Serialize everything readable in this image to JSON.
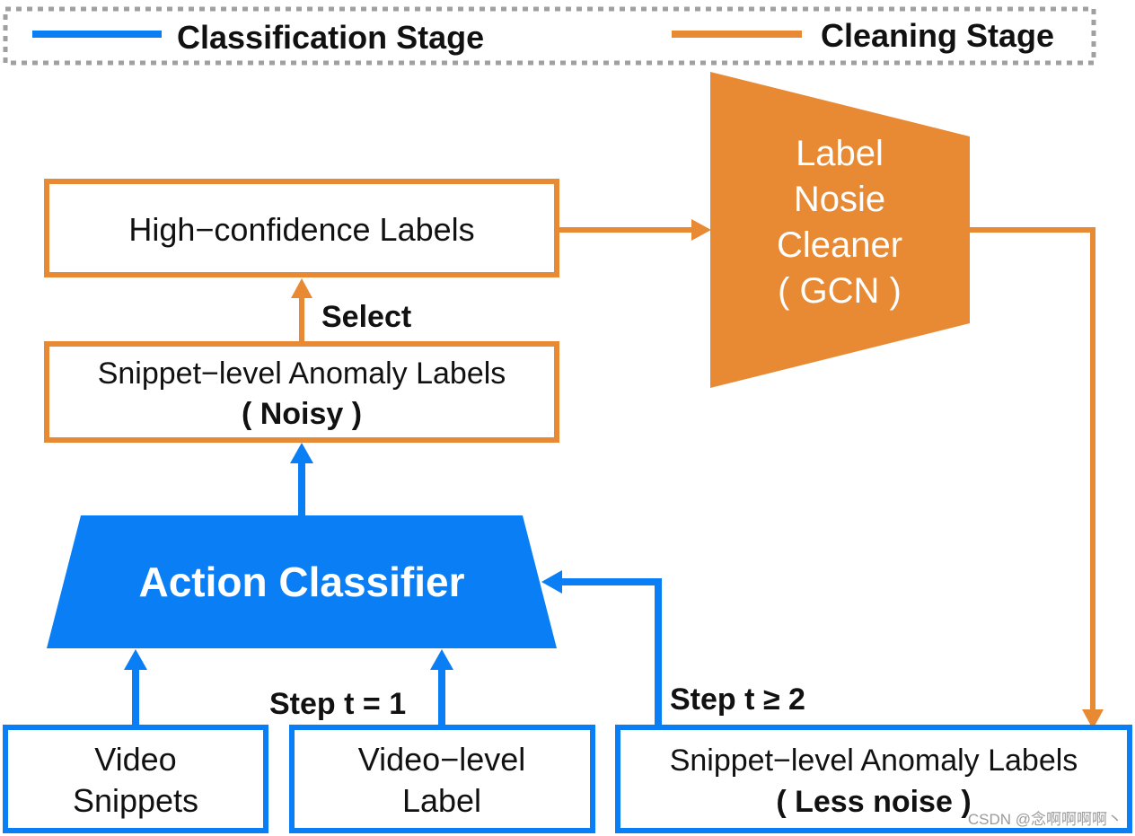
{
  "legend": {
    "classification": "Classification Stage",
    "cleaning": "Cleaning Stage"
  },
  "nodes": {
    "high_conf": "High−confidence Labels",
    "select": "Select",
    "snippet_noisy_line1": "Snippet−level Anomaly Labels",
    "snippet_noisy_line2": "( Noisy )",
    "action_classifier": "Action Classifier",
    "cleaner_line1": "Label",
    "cleaner_line2": "Nosie",
    "cleaner_line3": "Cleaner",
    "cleaner_line4": "( GCN )",
    "video_snippets_line1": "Video",
    "video_snippets_line2": "Snippets",
    "video_label_line1": "Video−level",
    "video_label_line2": "Label",
    "step1": "Step t = 1",
    "step2": "Step t ≥ 2",
    "snippet_less_line1": "Snippet−level Anomaly Labels",
    "snippet_less_line2": "( Less noise )"
  },
  "watermark": "CSDN @念啊啊啊啊丶",
  "colors": {
    "blue": "#0a7ff5",
    "orange": "#e88a34",
    "gray": "#a0a0a0"
  }
}
